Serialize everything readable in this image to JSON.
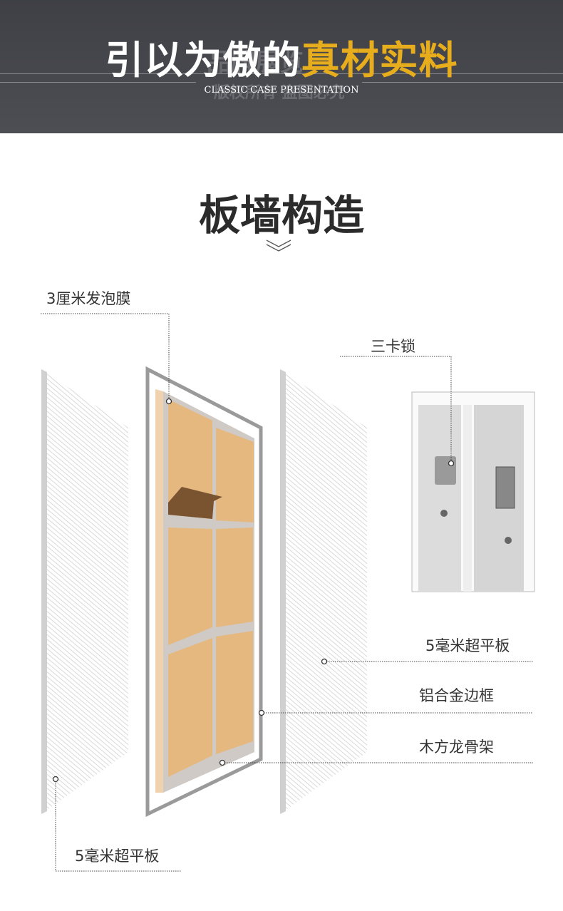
{
  "header": {
    "title_white": "引以为傲的",
    "title_gold": "真材实料",
    "subtitle": "CLASSIC CASE PRESENTATION",
    "watermark_1": "品牌展览",
    "watermark_2": "版权所有 盗图必究",
    "accent": "#e8ad1c"
  },
  "section": {
    "title": "板墙构造",
    "chevron": "chevron-down-icon"
  },
  "labels": {
    "foam": "3厘米发泡膜",
    "lock": "三卡锁",
    "board_right": "5毫米超平板",
    "frame": "铝合金边框",
    "keel": "木方龙骨架",
    "board_left": "5毫米超平板"
  }
}
